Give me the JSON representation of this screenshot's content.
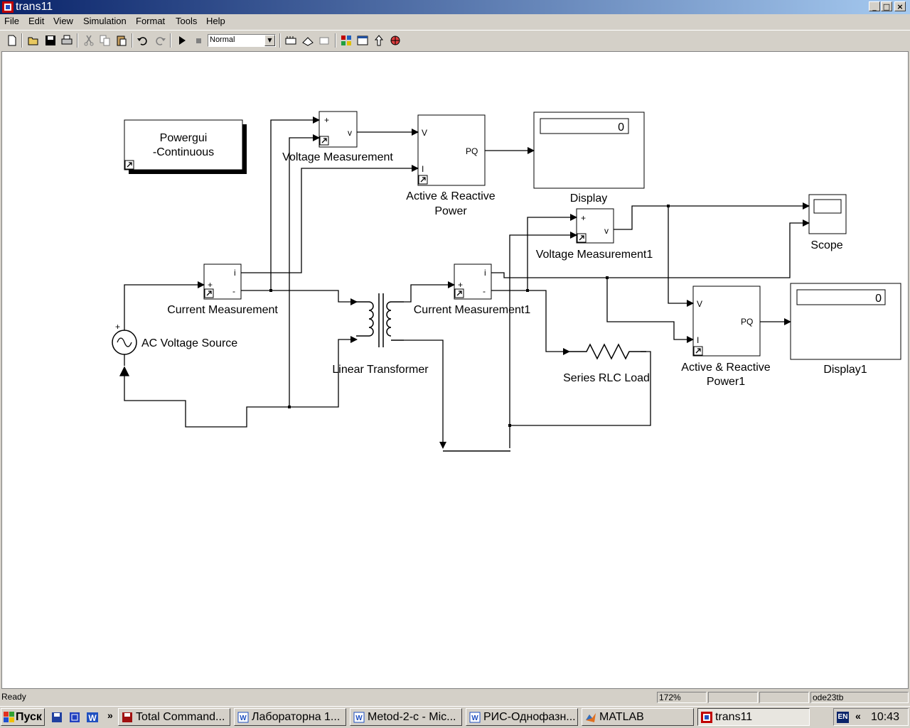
{
  "window": {
    "title": "trans11",
    "minimize": "_",
    "maximize": "□",
    "close": "×"
  },
  "menu": [
    "File",
    "Edit",
    "View",
    "Simulation",
    "Format",
    "Tools",
    "Help"
  ],
  "toolbar": {
    "sim_mode": "Normal"
  },
  "blocks": {
    "powergui": {
      "line1": "Powergui",
      "line2": "-Continuous"
    },
    "vm": {
      "label": "Voltage Measurement",
      "plus": "+",
      "out": "v"
    },
    "vm1": {
      "label": "Voltage Measurement1",
      "plus": "+",
      "out": "v"
    },
    "pq": {
      "label1": "Active & Reactive",
      "label2": "Power",
      "v": "V",
      "i": "I",
      "out": "PQ"
    },
    "pq1": {
      "label1": "Active & Reactive",
      "label2": "Power1",
      "v": "V",
      "i": "I",
      "out": "PQ"
    },
    "display": {
      "label": "Display",
      "value": "0"
    },
    "display1": {
      "label": "Display1",
      "value": "0"
    },
    "scope": {
      "label": "Scope"
    },
    "cm": {
      "label": "Current Measurement",
      "i": "i",
      "plus": "+",
      "minus": "-"
    },
    "cm1": {
      "label": "Current Measurement1",
      "i": "i",
      "plus": "+",
      "minus": "-"
    },
    "ac": {
      "label": "AC Voltage Source",
      "plus": "+"
    },
    "transformer": {
      "label": "Linear Transformer"
    },
    "rlc": {
      "label": "Series RLC Load"
    }
  },
  "status": {
    "text": "Ready",
    "zoom": "172%",
    "empty1": "",
    "empty2": "",
    "solver": "ode23tb"
  },
  "taskbar": {
    "start": "Пуск",
    "quicklaunch_more": "»",
    "tasks": [
      "Total Command...",
      "Лабораторна 1...",
      "Metod-2-c - Mic...",
      "РИС-Однофазн...",
      "MATLAB",
      "trans11"
    ],
    "lang": "EN",
    "tray_more": "«",
    "clock": "10:43"
  },
  "colors": {
    "titlebar_start": "#0a246a",
    "titlebar_end": "#a6caf0",
    "chrome": "#d4d0c8"
  }
}
